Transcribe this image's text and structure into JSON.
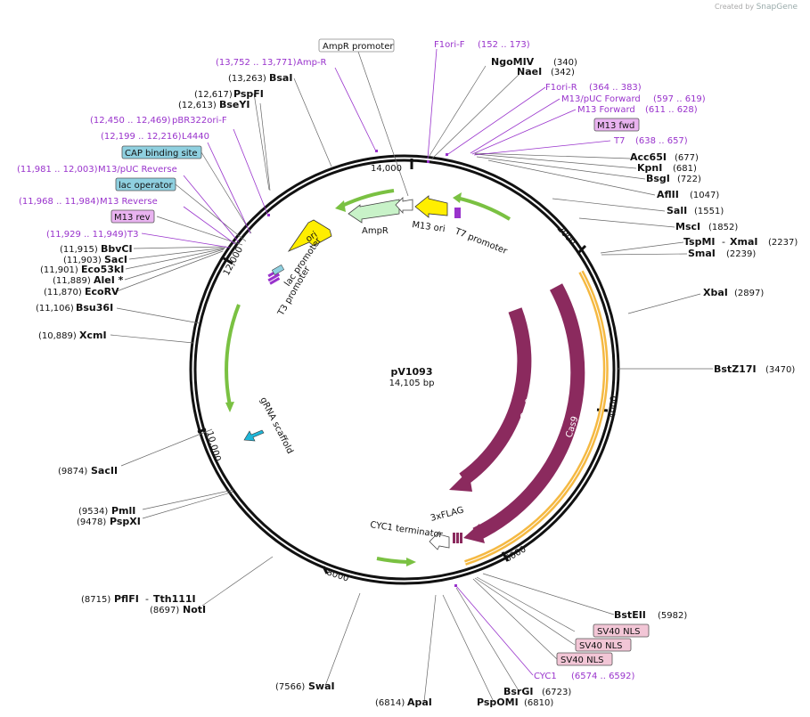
{
  "credit": {
    "prefix": "Created by",
    "brand": "SnapGene"
  },
  "plasmid": {
    "name": "pV1093",
    "size": "14,105 bp"
  },
  "ticks": [
    "14,000",
    "2000",
    "4000",
    "6000",
    "8000",
    "10,000",
    "12,000"
  ],
  "enzymes_right": [
    {
      "name": "NgoMIV",
      "pos": "(340)"
    },
    {
      "name": "NaeI",
      "pos": "(342)"
    },
    {
      "name": "Acc65I",
      "pos": "(677)"
    },
    {
      "name": "KpnI",
      "pos": "(681)"
    },
    {
      "name": "BsgI",
      "pos": "(722)"
    },
    {
      "name": "AflII",
      "pos": "(1047)"
    },
    {
      "name": "SalI",
      "pos": "(1551)"
    },
    {
      "name": "MscI",
      "pos": "(1852)"
    },
    {
      "name": "TspMI",
      "pos": "(2237)"
    },
    {
      "name": "XmaI",
      "pos": ""
    },
    {
      "name": "SmaI",
      "pos": "(2239)"
    },
    {
      "name": "XbaI",
      "pos": "(2897)"
    },
    {
      "name": "BstZ17I",
      "pos": "(3470)"
    },
    {
      "name": "BstEII",
      "pos": "(5982)"
    },
    {
      "name": "BsrGI",
      "pos": "(6723)"
    },
    {
      "name": "PspOMI",
      "pos": "(6810)"
    },
    {
      "name": "ApaI",
      "pos": "(6814)"
    }
  ],
  "enzymes_left": [
    {
      "name": "BsaI",
      "pos": "(13,263)"
    },
    {
      "name": "PspFI",
      "pos": "(12,617)"
    },
    {
      "name": "BseYI",
      "pos": "(12,613)"
    },
    {
      "name": "BbvCI",
      "pos": "(11,915)"
    },
    {
      "name": "SacI",
      "pos": "(11,903)"
    },
    {
      "name": "Eco53kI",
      "pos": "(11,901)"
    },
    {
      "name": "AleI *",
      "pos": "(11,889)"
    },
    {
      "name": "EcoRV",
      "pos": "(11,870)"
    },
    {
      "name": "Bsu36I",
      "pos": "(11,106)"
    },
    {
      "name": "XcmI",
      "pos": "(10,889)"
    },
    {
      "name": "SacII",
      "pos": "(9874)"
    },
    {
      "name": "PmlI",
      "pos": "(9534)"
    },
    {
      "name": "PspXI",
      "pos": "(9478)"
    },
    {
      "name": "PflFI",
      "pos": "(8715)"
    },
    {
      "name": "Tth111I",
      "pos": ""
    },
    {
      "name": "NotI",
      "pos": "(8697)"
    },
    {
      "name": "SwaI",
      "pos": "(7566)"
    }
  ],
  "primers": [
    {
      "name": "F1ori-F",
      "pos": "(152 .. 173)"
    },
    {
      "name": "F1ori-R",
      "pos": "(364 .. 383)"
    },
    {
      "name": "M13/pUC Forward",
      "pos": "(597 .. 619)"
    },
    {
      "name": "M13 Forward",
      "pos": "(611 .. 628)"
    },
    {
      "name": "T7",
      "pos": "(638 .. 657)"
    },
    {
      "name": "Amp-R",
      "pos": "(13,752 .. 13,771)"
    },
    {
      "name": "pBR322ori-F",
      "pos": "(12,450 .. 12,469)"
    },
    {
      "name": "L4440",
      "pos": "(12,199 .. 12,216)"
    },
    {
      "name": "M13/pUC Reverse",
      "pos": "(11,981 .. 12,003)"
    },
    {
      "name": "M13 Reverse",
      "pos": "(11,968 .. 11,984)"
    },
    {
      "name": "T3",
      "pos": "(11,929 .. 11,949)"
    },
    {
      "name": "CYC1",
      "pos": "(6574 .. 6592)"
    }
  ],
  "boxed_labels": {
    "ampr_promoter": "AmpR promoter",
    "m13_fwd": "M13 fwd",
    "cap_site": "CAP binding site",
    "lac_operator": "lac operator",
    "m13_rev": "M13 rev",
    "sv40_1": "SV40 NLS",
    "sv40_2": "SV40 NLS",
    "sv40_3": "SV40 NLS"
  },
  "features": {
    "ampr": "AmpR",
    "m13_ori": "M13 ori",
    "t7_promoter": "T7 promoter",
    "ori": "ori",
    "lac_promoter": "lac promoter",
    "t3_promoter": "T3 promoter",
    "grna": "gRNA scaffold",
    "cas9_inner": "Cas9",
    "cas9_outer": "Cas9",
    "flag": "3xFLAG",
    "cyc1_term": "CYC1 terminator"
  },
  "colors": {
    "cas9": "#8b2a5e",
    "promoter_green": "#7ac142",
    "ampr": "#c8f2c8",
    "ori": "#ffee00",
    "primer": "#9933cc",
    "orange_band": "#f5b942",
    "lac_box": "#8fd0e0",
    "purple_box": "#e9b3f0",
    "sv40_box": "#f2c6d6"
  }
}
